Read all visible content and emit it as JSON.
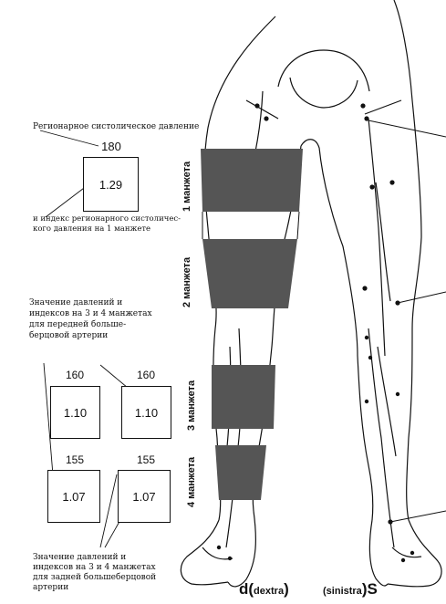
{
  "left_annotation": {
    "caption_top": "Регионарное систолическое давление",
    "pressure": "180",
    "index": "1.29",
    "caption_bottom_line1": "и индекс регионарного систоличес-",
    "caption_bottom_line2": "кого давления на 1 манжете"
  },
  "anterior_note": {
    "line1": "Значение давлений и",
    "line2": "индексов на 3 и 4 манжетах",
    "line3": "для передней больше-",
    "line4": "берцовой артерии"
  },
  "posterior_note": {
    "line1": "Значение давлений и",
    "line2": "индексов на 3 и 4 манжетах",
    "line3": "для задней большеберцовой",
    "line4": "артерии"
  },
  "grid": {
    "top_left_pressure": "160",
    "top_left_index": "1.10",
    "top_right_pressure": "160",
    "top_right_index": "1.10",
    "bottom_left_pressure": "155",
    "bottom_left_index": "1.07",
    "bottom_right_pressure": "155",
    "bottom_right_index": "1.07"
  },
  "cuffs": {
    "cuff1": "1 манжета",
    "cuff2": "2 манжета",
    "cuff3": "3 манжета",
    "cuff4": "4 манжета"
  },
  "legs": {
    "right_prefix": "d(",
    "right_word": "dextra",
    "right_suffix": ")",
    "left_prefix": "(",
    "left_word": "sinistra",
    "left_suffix": ")S"
  },
  "colors": {
    "cuff_fill": "#555555",
    "outline": "#111111"
  }
}
